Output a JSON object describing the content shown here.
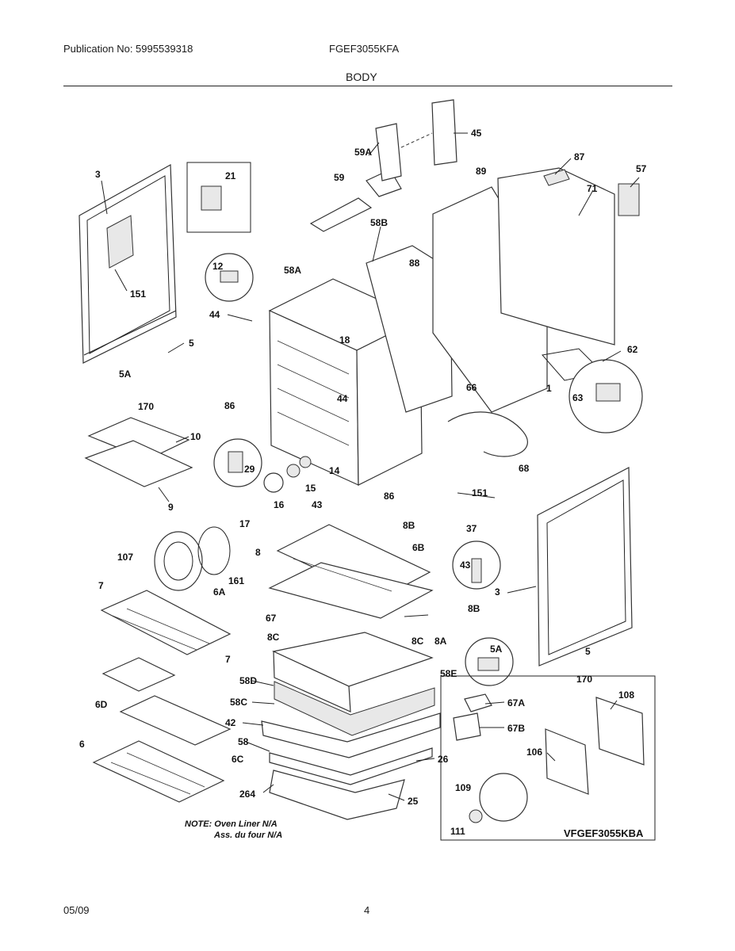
{
  "header": {
    "publication": "Publication No: 5995539318",
    "model": "FGEF3055KFA",
    "section": "BODY"
  },
  "footer": {
    "date": "05/09",
    "page": "4"
  },
  "labels": {
    "p3": "3",
    "p3b": "3",
    "p21": "21",
    "p151": "151",
    "p151b": "151",
    "p12": "12",
    "p44": "44",
    "p44b": "44",
    "p5": "5",
    "p5b": "5",
    "p5A": "5A",
    "p5Ab": "5A",
    "p170": "170",
    "p170b": "170",
    "p58A": "58A",
    "p59": "59",
    "p59A": "59A",
    "p45": "45",
    "p58B": "58B",
    "p88": "88",
    "p89": "89",
    "p87": "87",
    "p71": "71",
    "p57": "57",
    "p18": "18",
    "p86": "86",
    "p86b": "86",
    "p1": "1",
    "p62": "62",
    "p63": "63",
    "p66": "66",
    "p68": "68",
    "p10": "10",
    "p9": "9",
    "p29": "29",
    "p14": "14",
    "p15": "15",
    "p16": "16",
    "p17": "17",
    "p43": "43",
    "p43b": "43",
    "p37": "37",
    "p8B": "8B",
    "p8Bb": "8B",
    "p6B": "6B",
    "p8": "8",
    "p107": "107",
    "p161": "161",
    "p7": "7",
    "p7b": "7",
    "p6A": "6A",
    "p67": "67",
    "p8C": "8C",
    "p8Cb": "8C",
    "p8A": "8A",
    "p58E": "58E",
    "p58D": "58D",
    "p58C": "58C",
    "p42": "42",
    "p58": "58",
    "p6D": "6D",
    "p6": "6",
    "p6C": "6C",
    "p26": "26",
    "p264": "264",
    "p25": "25",
    "p67A": "67A",
    "p67B": "67B",
    "p108": "108",
    "p106": "106",
    "p109": "109",
    "p111": "111"
  },
  "note": {
    "line1": "NOTE: Oven Liner N/A",
    "line2": "Ass. du four N/A"
  },
  "kit_label": "VFGEF3055KBA"
}
